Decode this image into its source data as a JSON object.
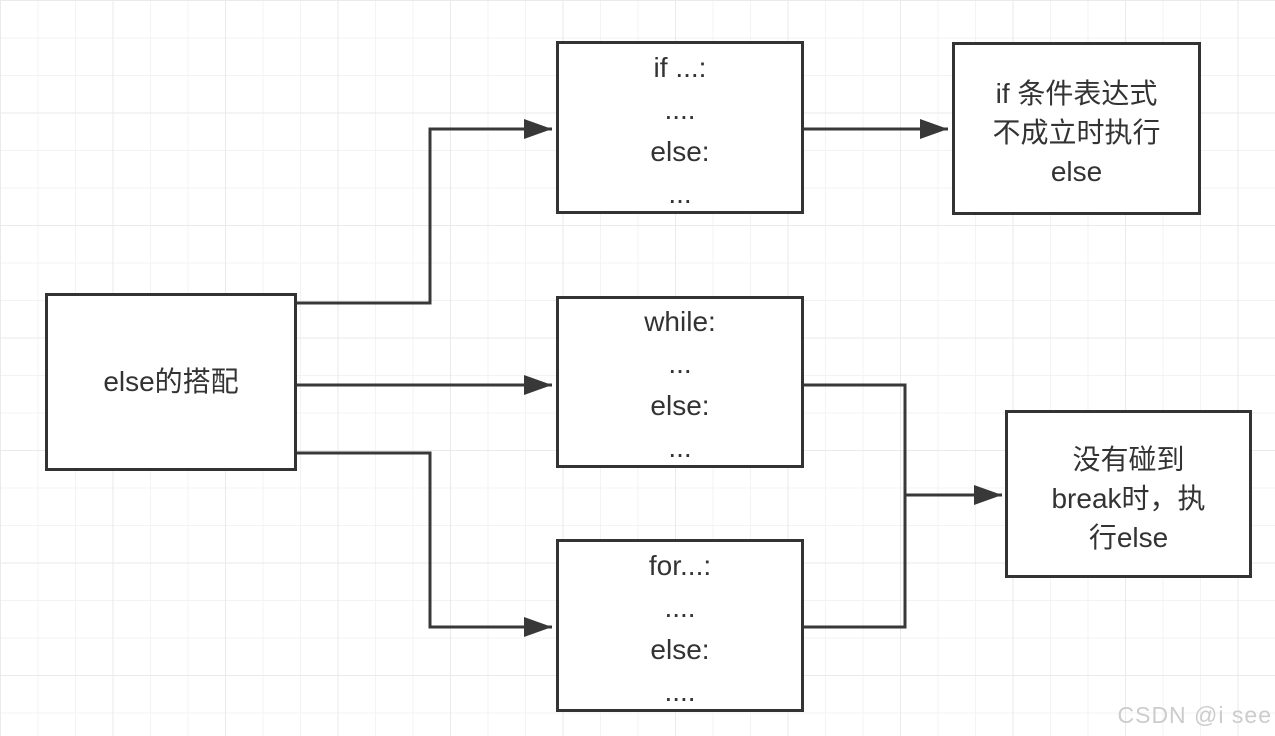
{
  "diagram": {
    "colors": {
      "node_border": "#333333",
      "node_fill": "#ffffff",
      "text": "#333333",
      "connector": "#383838",
      "grid_minor": "#f3f3f3",
      "grid_major": "#eaeaea",
      "background": "#ffffff",
      "watermark": "#cccccc"
    },
    "nodes": {
      "root": {
        "lines": [
          "else的搭配"
        ]
      },
      "if_block": {
        "lines": [
          "if ...:",
          "....",
          "else:",
          "..."
        ]
      },
      "if_note": {
        "lines": [
          "if 条件表达式",
          "不成立时执行",
          "else"
        ]
      },
      "while_block": {
        "lines": [
          "while:",
          "...",
          "else:",
          "..."
        ]
      },
      "for_block": {
        "lines": [
          "for...:",
          "....",
          "else:",
          "...."
        ]
      },
      "break_note": {
        "lines": [
          "没有碰到",
          "break时，执",
          "行else"
        ]
      }
    },
    "watermark": "CSDN @i see"
  }
}
